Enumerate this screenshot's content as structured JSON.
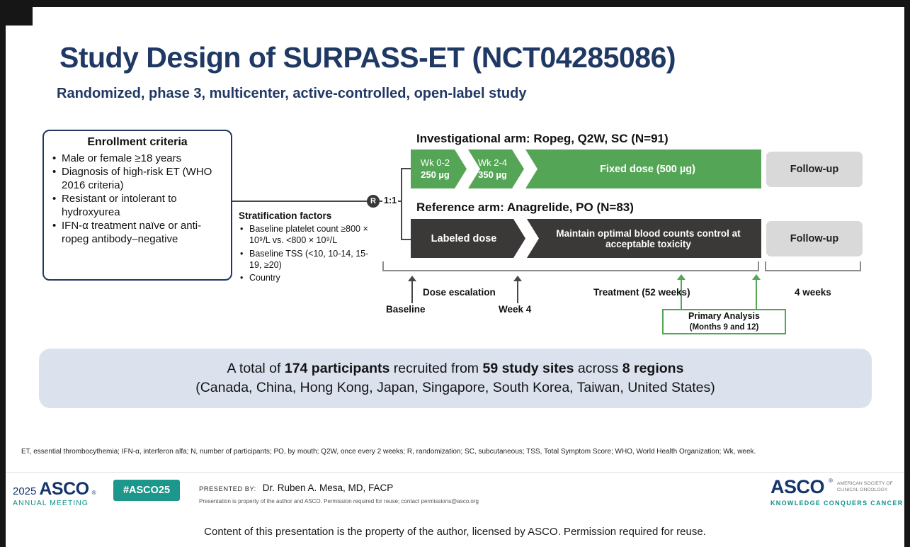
{
  "slide": {
    "title": "Study Design of SURPASS-ET (NCT04285086)",
    "subtitle": "Randomized, phase 3, multicenter, active-controlled, open-label study"
  },
  "enrollment": {
    "title": "Enrollment criteria",
    "items": [
      "Male or female ≥18 years",
      "Diagnosis of high-risk ET (WHO 2016 criteria)",
      "Resistant or intolerant to hydroxyurea",
      "IFN-α treatment naïve or anti-ropeg antibody–negative"
    ]
  },
  "stratification": {
    "title": "Stratification factors",
    "items": [
      "Baseline platelet count ≥800 × 10⁹/L vs. <800 × 10⁹/L",
      "Baseline TSS (<10, 10-14, 15-19, ≥20)",
      "Country"
    ]
  },
  "randomization": {
    "symbol": "R",
    "ratio": "1:1"
  },
  "investigational_arm": {
    "header": "Investigational arm: Ropeg, Q2W, SC (N=91)",
    "steps": [
      {
        "line1": "Wk 0-2",
        "line2": "250 µg"
      },
      {
        "line1": "Wk 2-4",
        "line2": "350 µg"
      },
      {
        "label": "Fixed dose (500 µg)"
      }
    ],
    "followup": "Follow-up"
  },
  "reference_arm": {
    "header": "Reference arm: Anagrelide, PO (N=83)",
    "steps": [
      {
        "label": "Labeled dose"
      },
      {
        "label": "Maintain optimal blood counts control at acceptable toxicity"
      }
    ],
    "followup": "Follow-up"
  },
  "timeline": {
    "dose_escalation": "Dose escalation",
    "baseline": "Baseline",
    "week4": "Week 4",
    "treatment": "Treatment (52 weeks)",
    "four_weeks": "4 weeks",
    "primary_analysis_line1": "Primary Analysis",
    "primary_analysis_line2": "(Months 9 and 12)"
  },
  "summary": {
    "pre": "A total of ",
    "bold1": "174 participants",
    "mid1": " recruited from ",
    "bold2": "59 study sites",
    "mid2": " across ",
    "bold3": "8 regions",
    "line2": "(Canada, China, Hong Kong, Japan, Singapore, South Korea, Taiwan, United States)"
  },
  "footnote": "ET, essential thrombocythemia; IFN-α, interferon alfa; N, number of participants; PO, by mouth; Q2W, once every 2 weeks; R, randomization; SC, subcutaneous; TSS, Total Symptom Score; WHO, World Health Organization; Wk, week.",
  "footer": {
    "year": "2025",
    "asco_wordmark": "ASCO",
    "reg": "®",
    "annual_meeting": "ANNUAL MEETING",
    "hashtag": "#ASCO25",
    "presented_by_label": "PRESENTED BY:",
    "presenter": "Dr. Ruben A. Mesa, MD, FACP",
    "disclaimer": "Presentation is property of the author and ASCO. Permission required for reuse; contact permissions@asco.org",
    "asco_right": "ASCO",
    "society_line1": "AMERICAN SOCIETY OF",
    "society_line2": "CLINICAL ONCOLOGY",
    "tagline": "KNOWLEDGE CONQUERS CANCER"
  },
  "bottom_text": "Content of this presentation is the property of the author, licensed by ASCO. Permission required for reuse.",
  "colors": {
    "navy": "#1f3864",
    "green": "#54a656",
    "dark_arm": "#3b3838",
    "followup_gray": "#d9d9d9",
    "summary_bg": "#dbe1ed",
    "teal": "#0e9188",
    "asco_navy": "#15356b"
  }
}
